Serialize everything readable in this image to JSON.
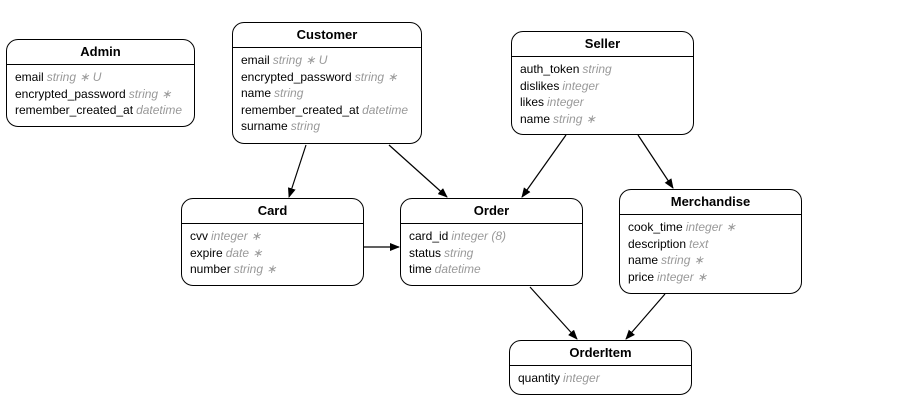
{
  "entities": {
    "admin": {
      "name": "Admin",
      "attributes": [
        {
          "name": "email",
          "type": "string ∗ U"
        },
        {
          "name": "encrypted_password",
          "type": "string ∗"
        },
        {
          "name": "remember_created_at",
          "type": "datetime"
        }
      ]
    },
    "customer": {
      "name": "Customer",
      "attributes": [
        {
          "name": "email",
          "type": "string ∗ U"
        },
        {
          "name": "encrypted_password",
          "type": "string ∗"
        },
        {
          "name": "name",
          "type": "string"
        },
        {
          "name": "remember_created_at",
          "type": "datetime"
        },
        {
          "name": "surname",
          "type": "string"
        }
      ]
    },
    "seller": {
      "name": "Seller",
      "attributes": [
        {
          "name": "auth_token",
          "type": "string"
        },
        {
          "name": "dislikes",
          "type": "integer"
        },
        {
          "name": "likes",
          "type": "integer"
        },
        {
          "name": "name",
          "type": "string ∗"
        }
      ]
    },
    "card": {
      "name": "Card",
      "attributes": [
        {
          "name": "cvv",
          "type": "integer ∗"
        },
        {
          "name": "expire",
          "type": "date ∗"
        },
        {
          "name": "number",
          "type": "string ∗"
        }
      ]
    },
    "order": {
      "name": "Order",
      "attributes": [
        {
          "name": "card_id",
          "type": "integer (8)"
        },
        {
          "name": "status",
          "type": "string"
        },
        {
          "name": "time",
          "type": "datetime"
        }
      ]
    },
    "merchandise": {
      "name": "Merchandise",
      "attributes": [
        {
          "name": "cook_time",
          "type": "integer ∗"
        },
        {
          "name": "description",
          "type": "text"
        },
        {
          "name": "name",
          "type": "string ∗"
        },
        {
          "name": "price",
          "type": "integer ∗"
        }
      ]
    },
    "orderitem": {
      "name": "OrderItem",
      "attributes": [
        {
          "name": "quantity",
          "type": "integer"
        }
      ]
    }
  },
  "relationships": [
    {
      "from": "Customer",
      "to": "Card"
    },
    {
      "from": "Customer",
      "to": "Order"
    },
    {
      "from": "Seller",
      "to": "Order"
    },
    {
      "from": "Seller",
      "to": "Merchandise"
    },
    {
      "from": "Card",
      "to": "Order"
    },
    {
      "from": "Order",
      "to": "OrderItem"
    },
    {
      "from": "Merchandise",
      "to": "OrderItem"
    }
  ]
}
